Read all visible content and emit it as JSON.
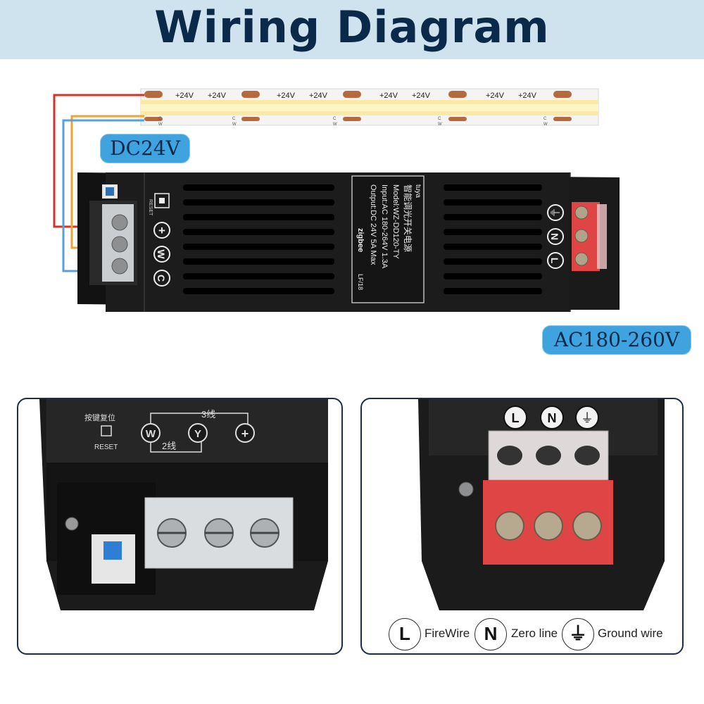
{
  "header": {
    "title": "Wiring Diagram"
  },
  "strip": {
    "plus_label": "+24V",
    "plus_count": 8,
    "small_labels": [
      "C",
      "W"
    ]
  },
  "labels": {
    "dc": "DC24V",
    "ac": "AC180-260V"
  },
  "psu": {
    "reset_label": "RESET",
    "dc_terminals": [
      "+",
      "W",
      "C"
    ],
    "ac_terminals": [
      "⏚",
      "N",
      "L"
    ],
    "label_lines": [
      "智能调光开关电源",
      "Model:WZ-DD120-TY",
      "Input:AC 180-264V 1.3A",
      "Output:DC 24V 5A Max"
    ],
    "tuya": "tuya",
    "zigbee": "zigbee",
    "code": "LF/18"
  },
  "detail_left": {
    "reset_cn": "按键复位",
    "reset_label": "RESET",
    "terminals": [
      "W",
      "Y",
      "+"
    ],
    "three_wire": "3线",
    "two_wire": "2线"
  },
  "detail_right": {
    "terminals": [
      "L",
      "N",
      "⏚"
    ]
  },
  "legend": [
    {
      "symbol": "L",
      "text": "FireWire"
    },
    {
      "symbol": "N",
      "text": "Zero line"
    },
    {
      "symbol": "⏚",
      "text": "Ground wire"
    }
  ],
  "colors": {
    "header_bg": "#cfe3ef",
    "title": "#0b2a4a",
    "pill": "#3ea3de",
    "wire_red": "#d7302a",
    "wire_yellow": "#e8a632",
    "wire_blue": "#5aa0d8",
    "terminal_red": "#e04545"
  }
}
